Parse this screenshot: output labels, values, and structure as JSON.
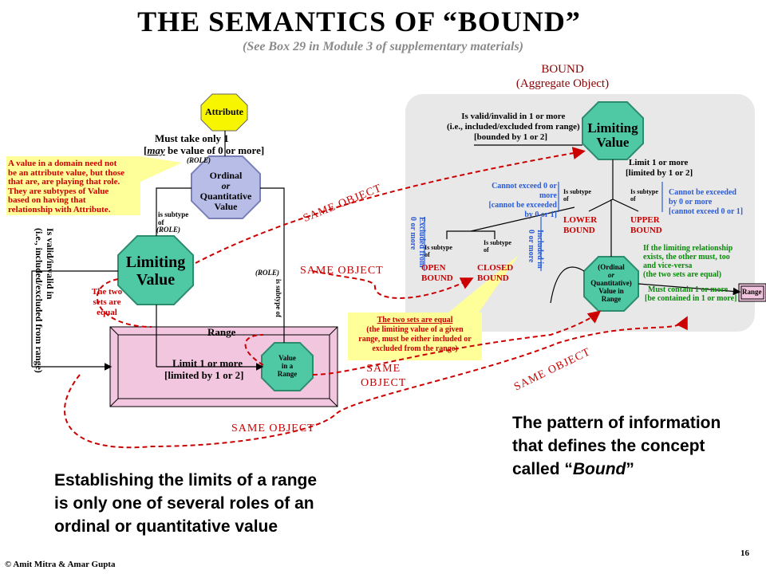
{
  "header": {
    "title": "THE SEMANTICS OF “BOUND”",
    "subtitle": "(See Box 29 in Module 3 of supplementary materials)"
  },
  "left": {
    "attribute": "Attribute",
    "must_take_1": "Must take only 1",
    "must_take_2_pre": "[",
    "must_take_2_may": "may",
    "must_take_2_post": " be value of 0 or more]",
    "role_top": "(ROLE)",
    "ordinal_1": "Ordinal",
    "ordinal_or": "or",
    "ordinal_2": "Quantitative",
    "ordinal_3": "Value",
    "note_1": "A value in a domain need not",
    "note_2": "be an attribute value, but those",
    "note_3": "that are, are playing that role.",
    "note_4": "They are subtypes of Value",
    "note_5": "based on having that",
    "note_6": "relationship with Attribute.",
    "is_subtype_1": "is subtype",
    "is_subtype_2": "of",
    "role_mid": "(ROLE)",
    "role_right": "(ROLE)",
    "is_subtype_vert": "is subtype of",
    "limiting_1": "Limiting",
    "limiting_2": "Value",
    "two_sets_1": "The two",
    "two_sets_2": "sets are",
    "two_sets_3": "equal",
    "valid_vert_1": "Is valid/invalid in",
    "valid_vert_2": "(i.e., included/excluded from range)",
    "range": "Range",
    "limit_1": "Limit 1 or more",
    "limit_2": "[limited by 1 or 2]",
    "vir_1": "Value",
    "vir_2": "in a",
    "vir_3": "Range"
  },
  "right": {
    "bound_1": "BOUND",
    "bound_2": "(Aggregate Object)",
    "valid_1": "Is valid/invalid in 1 or more",
    "valid_2": "(i.e., included/excluded from range)",
    "valid_3": "[bounded by 1 or 2]",
    "limiting_1": "Limiting",
    "limiting_2": "Value",
    "limit_1": "Limit 1 or more",
    "limit_2": "[limited by 1 or 2]",
    "cannot_exceed_1": "Cannot exceed 0 or",
    "cannot_exceed_2": "more",
    "cannot_exceed_3": "[cannot be exceeded",
    "cannot_exceed_4": "by 0 or 1]",
    "cannot_be_exceeded_1": "Cannot be exceeded",
    "cannot_be_exceeded_2": "by 0 or more",
    "cannot_be_exceeded_3": "[cannot exceed 0 or 1]",
    "is_subtype_1": "Is subtype",
    "is_subtype_2": "of",
    "lower_1": "LOWER",
    "lower_2": "BOUND",
    "upper_1": "UPPER",
    "upper_2": "BOUND",
    "excluded_1": "Excluded from",
    "excluded_2": "0 or more",
    "included_1": "Included in",
    "included_2": "0 or more",
    "open_1": "OPEN",
    "open_2": "BOUND",
    "closed_1": "CLOSED",
    "closed_2": "BOUND",
    "if_1": "If the limiting relationship",
    "if_2": "exists, the other must, too",
    "if_3": "and vice-versa",
    "if_4": "(the two sets are equal)",
    "ord_1": "(Ordinal",
    "ord_2": "or",
    "ord_3": "Quantitative)",
    "ord_4": "Value in",
    "ord_5": "Range",
    "must_contain_1": "Must contain 1 or more",
    "must_contain_2": "[be contained in 1 or more]",
    "range_small": "Range",
    "two_sets_1": "The two sets are equal",
    "two_sets_2": "(the limiting value of a given",
    "two_sets_3": "range, must be either included or",
    "two_sets_4": "excluded from the range)"
  },
  "same_object": {
    "a": "SAME OBJECT",
    "b": "SAME OBJECT",
    "c_1": "SAME",
    "c_2": "OBJECT",
    "d": "SAME OBJECT",
    "e": "SAME OBJECT"
  },
  "bottom": {
    "left_1": "Establishing the limits of a range",
    "left_2": "is only one of several roles of an",
    "left_3": "ordinal or quantitative value",
    "right_1": "The pattern of information",
    "right_2": "that defines the concept",
    "right_3_pre": "called “",
    "right_3_em": "Bound",
    "right_3_post": "”"
  },
  "footer": {
    "copyright": "© Amit Mitra & Amar Gupta",
    "page": "16"
  },
  "colors": {
    "octagon_green": "#4fc9a4",
    "octagon_lavender": "#b8bde8",
    "attribute_yellow": "#f7f500",
    "range_pink": "#f3c6e0",
    "bound_box_gray": "#e8e8e8",
    "note_yellow": "#ffff99",
    "arrow_red": "#cc0000"
  }
}
